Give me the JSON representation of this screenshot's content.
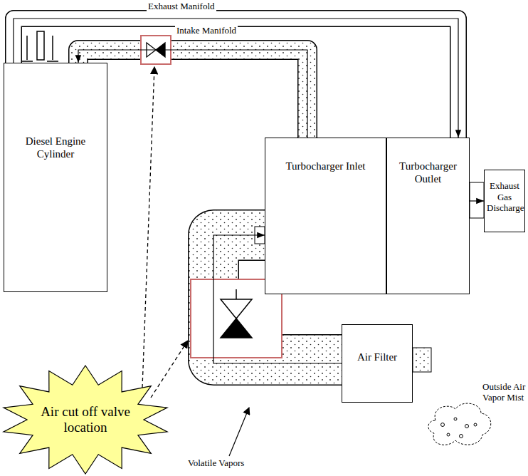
{
  "diagram": {
    "nodes": [
      {
        "text": [
          "Diesel Engine Cylinder"
        ]
      },
      {
        "text": [
          "Turbocharger Inlet"
        ]
      },
      {
        "text": [
          "Turbocharger Outlet"
        ]
      },
      {
        "text": [
          "Exhaust Gas Discharge"
        ]
      },
      {
        "text": [
          "Air Filter"
        ]
      },
      {
        "text": [
          "Air cut off valve location"
        ]
      }
    ],
    "edges": [
      {
        "from": 4,
        "to": 1,
        "arrow": "to"
      },
      {
        "from": 1,
        "to": 0,
        "arrow": "to"
      },
      {
        "from": 0,
        "to": 2,
        "arrow": "to"
      },
      {
        "from": 2,
        "to": 3,
        "arrow": "to"
      }
    ],
    "labels": [
      "Exhaust Manifold",
      "Intake Manifold",
      "Volatile Vapors",
      "Outside Air Vapor Mist"
    ]
  }
}
